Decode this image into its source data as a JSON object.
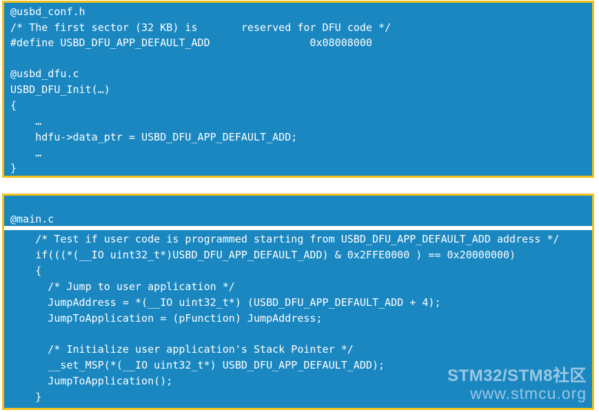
{
  "top_panel": {
    "lines": [
      "@usbd_conf.h",
      "/* The first sector (32 KB) is       reserved for DFU code */",
      "#define USBD_DFU_APP_DEFAULT_ADD                0x08008000",
      "",
      "@usbd_dfu.c",
      "USBD_DFU_Init(…)",
      "{",
      "    …",
      "    hdfu->data_ptr = USBD_DFU_APP_DEFAULT_ADD;",
      "    …",
      "}"
    ]
  },
  "bottom_panel": {
    "header": "@main.c",
    "lines": [
      "    /* Test if user code is programmed starting from USBD_DFU_APP_DEFAULT_ADD address */",
      "    if(((*(__IO uint32_t*)USBD_DFU_APP_DEFAULT_ADD) & 0x2FFE0000 ) == 0x20000000)",
      "    {",
      "      /* Jump to user application */",
      "      JumpAddress = *(__IO uint32_t*) (USBD_DFU_APP_DEFAULT_ADD + 4);",
      "      JumpToApplication = (pFunction) JumpAddress;",
      "",
      "      /* Initialize user application's Stack Pointer */",
      "      __set_MSP(*(__IO uint32_t*) USBD_DFU_APP_DEFAULT_ADD);",
      "      JumpToApplication();",
      "    }"
    ]
  },
  "watermark": {
    "line1": "STM32/STM8社区",
    "line2": "www.stmcu.org"
  },
  "colors": {
    "panel_bg": "#1a87c1",
    "panel_border": "#f2c21a",
    "code_text": "#ffffff",
    "watermark": "#a9cfe6"
  }
}
